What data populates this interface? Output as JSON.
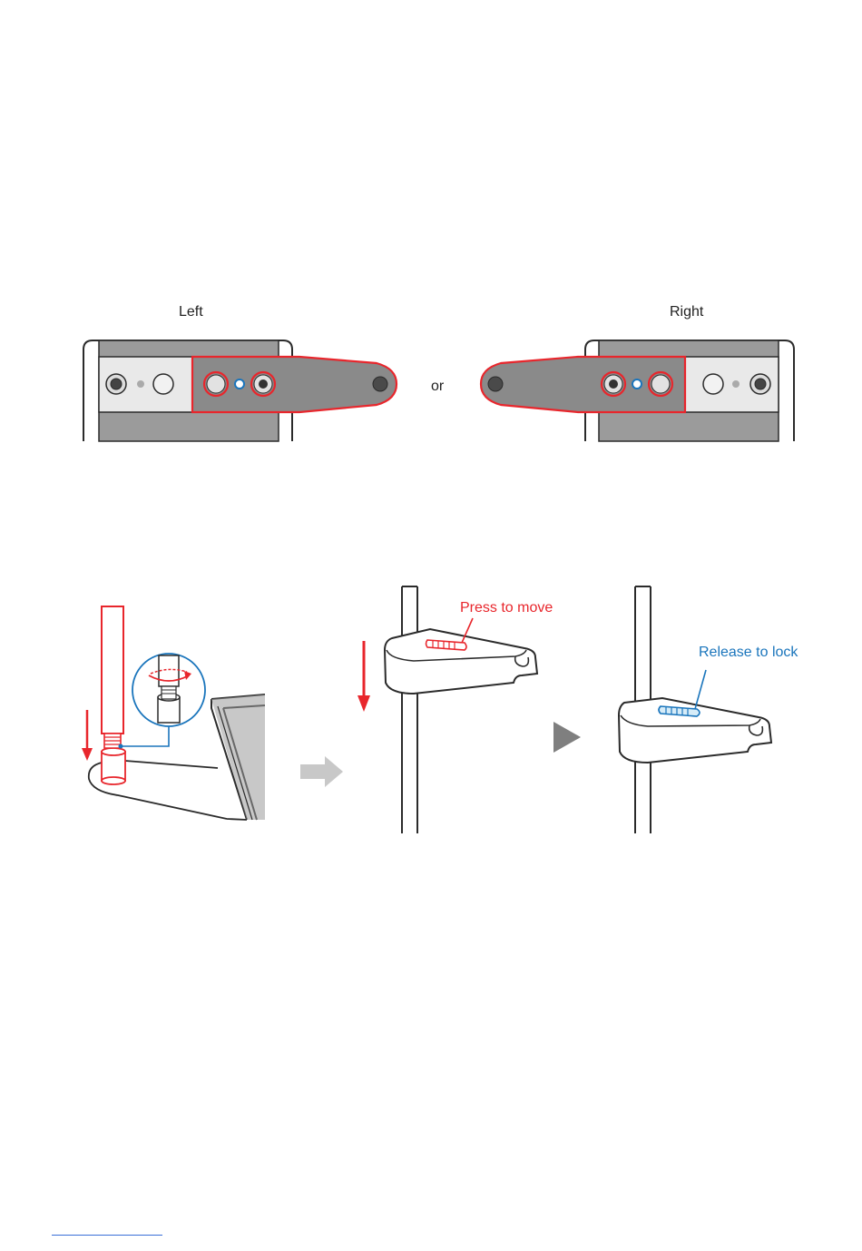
{
  "labels": {
    "left": "Left",
    "right": "Right",
    "or": "or",
    "press_to_move": "Press to move",
    "release_to_lock": "Release to lock"
  },
  "colors": {
    "accent_red": "#e8262c",
    "accent_blue": "#1a75bc",
    "panel_gray": "#8a8a8a",
    "plate_gray": "#b8b8b8",
    "outline": "#2b2b2b",
    "arrow_gray": "#c8c8c8",
    "play_gray": "#7f7f7f"
  },
  "icons": {
    "rotate": "rotate-arrow-icon",
    "down": "down-arrow-icon",
    "next": "next-arrow-icon",
    "play": "play-triangle-icon"
  }
}
